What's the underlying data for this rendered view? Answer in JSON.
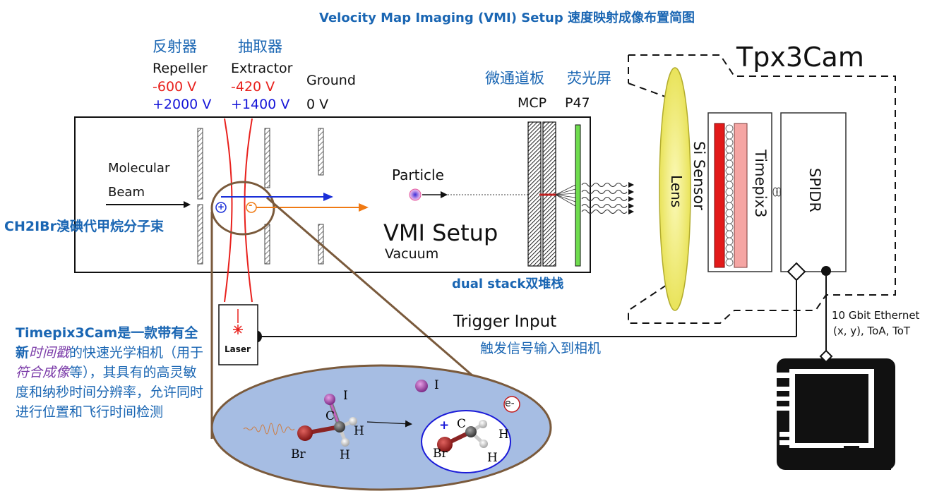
{
  "title": "Velocity Map Imaging (VMI) Setup 速度映射成像布置简图",
  "electrodes": {
    "repeller": {
      "zh": "反射器",
      "en": "Repeller",
      "neg": "-600 V",
      "pos": "+2000 V"
    },
    "extractor": {
      "zh": "抽取器",
      "en": "Extractor",
      "neg": "-420 V",
      "pos": "+1400 V"
    },
    "ground": {
      "en": "Ground",
      "v": "0 V"
    }
  },
  "detector": {
    "mcp_zh": "微通道板",
    "p47_zh": "荧光屏",
    "mcp": "MCP",
    "p47": "P47",
    "dual_stack": "dual stack双堆栈"
  },
  "chamber": {
    "molecular": "Molecular",
    "beam": "Beam",
    "particle": "Particle",
    "vmi_setup": "VMI Setup",
    "vacuum": "Vacuum",
    "plus": "+",
    "minus": "-"
  },
  "beam_label": "CH2IBr溴碘代甲烷分子束",
  "camera": {
    "title": "Tpx3Cam",
    "lens": "Lens",
    "si_sensor": "Si Sensor",
    "timepix3": "Timepix3",
    "spidr": "SPIDR"
  },
  "ethernet": {
    "line1": "10 Gbit Ethernet",
    "line2": "(x, y), ToA, ToT"
  },
  "trigger": {
    "en": "Trigger Input",
    "zh": "触发信号输入到相机"
  },
  "laser": "Laser",
  "description": {
    "p1": "Timepix3Cam是一款带有全新",
    "em1": "时间戳",
    "p2": "的快速光学相机（用于",
    "em2": "符合成像",
    "p3": "等），其具有的高灵敏度和纳秒时间分辨率，允许同时进行位置和飞行时间检测"
  },
  "molecule": {
    "I": "I",
    "C": "C",
    "H": "H",
    "Br": "Br",
    "e": "e-",
    "plus": "+"
  },
  "colors": {
    "accent_blue": "#1a66b3",
    "negative": "#e8201c",
    "positive": "#1414d8",
    "lens": "#f2ef7a",
    "sensor": "#e21a1a",
    "screen": "#6fdc4e",
    "zoom": "#a6bde3"
  }
}
